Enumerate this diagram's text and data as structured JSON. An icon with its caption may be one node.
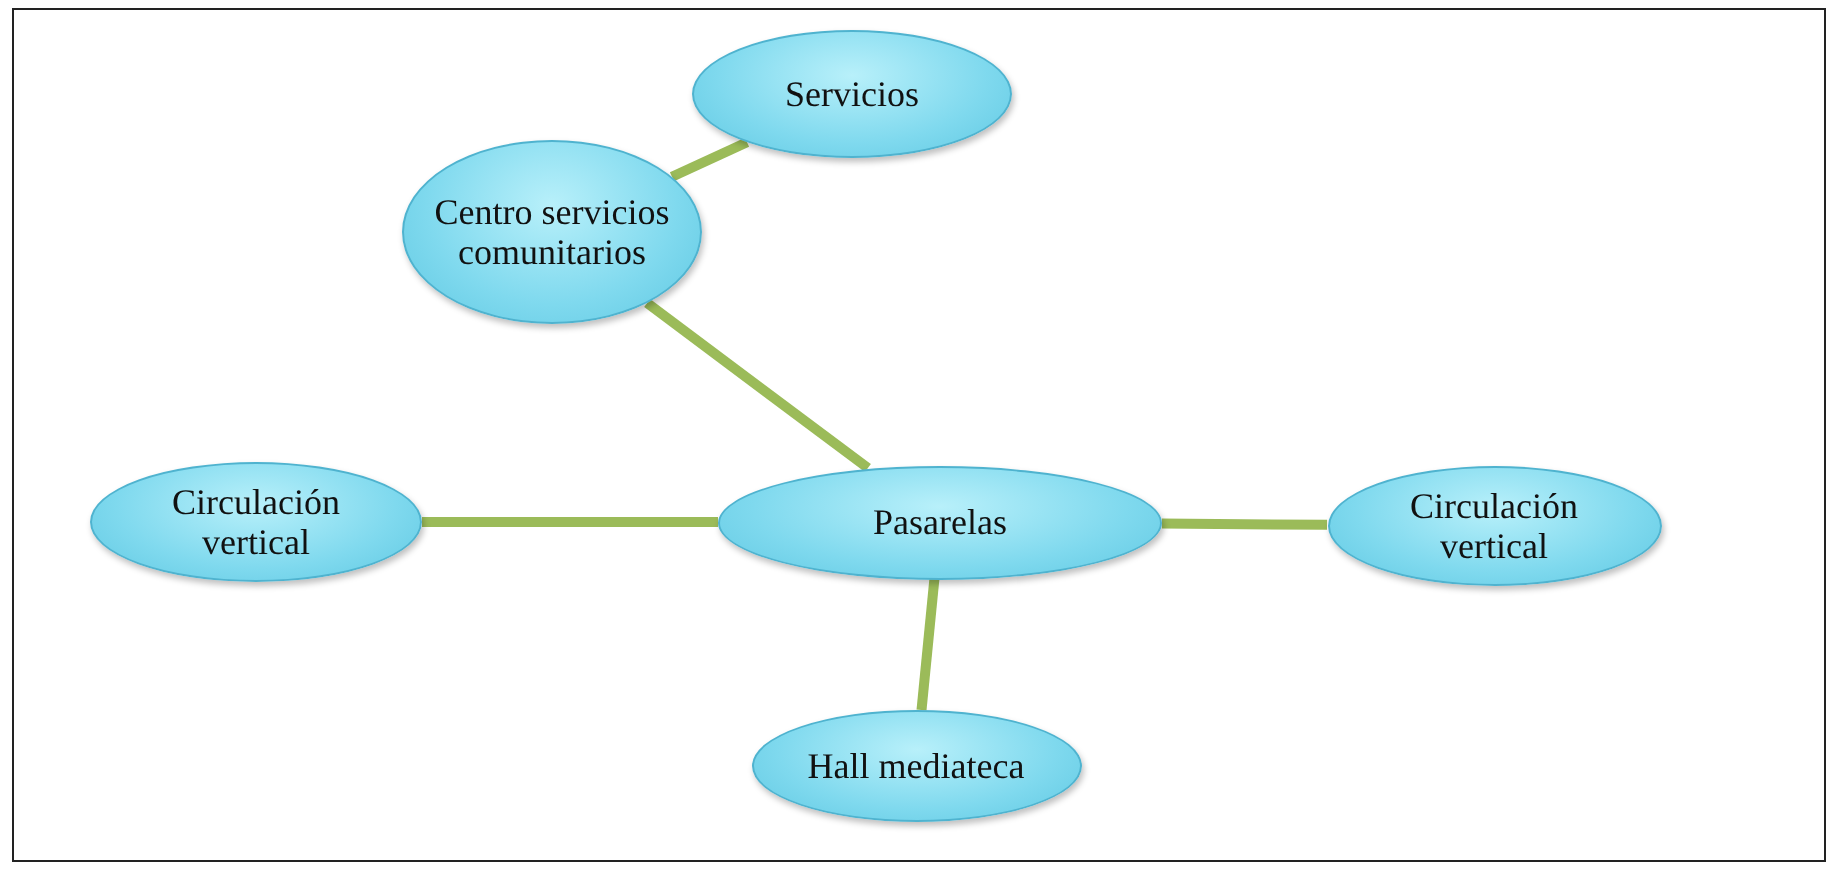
{
  "diagram": {
    "nodes": [
      {
        "text": [
          "Centro servicios comunitarios"
        ]
      },
      {
        "text": [
          "Servicios"
        ]
      },
      {
        "text": [
          "Circulación vertical"
        ]
      },
      {
        "text": [
          "Pasarelas"
        ]
      },
      {
        "text": [
          "Circulación vertical"
        ]
      },
      {
        "text": [
          "Hall mediateca"
        ]
      }
    ],
    "edges": [
      {
        "from": 0,
        "to": 1,
        "arrow": "none"
      },
      {
        "from": 0,
        "to": 3,
        "arrow": "none"
      },
      {
        "from": 2,
        "to": 3,
        "arrow": "none"
      },
      {
        "from": 3,
        "to": 4,
        "arrow": "none"
      },
      {
        "from": 3,
        "to": 5,
        "arrow": "none"
      }
    ]
  }
}
